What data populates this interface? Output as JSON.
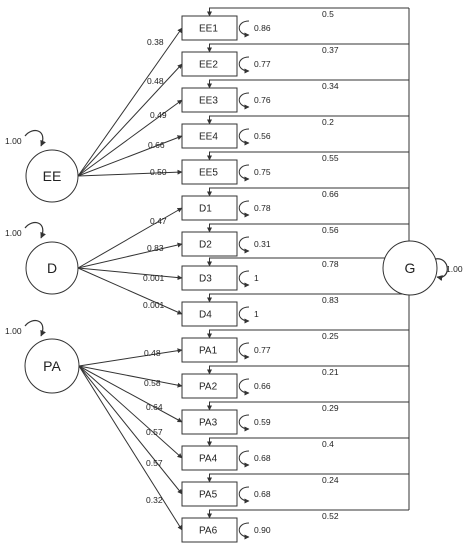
{
  "colors": {
    "stroke": "#333333",
    "text": "#222222",
    "background": "#ffffff"
  },
  "latents": {
    "ee": {
      "label": "EE",
      "variance": "1.00"
    },
    "d": {
      "label": "D",
      "variance": "1.00"
    },
    "pa": {
      "label": "PA",
      "variance": "1.00"
    },
    "g": {
      "label": "G",
      "variance": "1.00"
    }
  },
  "indicators": [
    {
      "label": "EE1",
      "factor": "ee",
      "loading": "0.38",
      "residual": "0.86",
      "general": "0.5"
    },
    {
      "label": "EE2",
      "factor": "ee",
      "loading": "0.48",
      "residual": "0.77",
      "general": "0.37"
    },
    {
      "label": "EE3",
      "factor": "ee",
      "loading": "0.49",
      "residual": "0.76",
      "general": "0.34"
    },
    {
      "label": "EE4",
      "factor": "ee",
      "loading": "0.66",
      "residual": "0.56",
      "general": "0.2"
    },
    {
      "label": "EE5",
      "factor": "ee",
      "loading": "0.50",
      "residual": "0.75",
      "general": "0.55"
    },
    {
      "label": "D1",
      "factor": "d",
      "loading": "0.47",
      "residual": "0.78",
      "general": "0.66"
    },
    {
      "label": "D2",
      "factor": "d",
      "loading": "0.83",
      "residual": "0.31",
      "general": "0.56"
    },
    {
      "label": "D3",
      "factor": "d",
      "loading": "0.001",
      "residual": "1",
      "general": "0.78"
    },
    {
      "label": "D4",
      "factor": "d",
      "loading": "0.001",
      "residual": "1",
      "general": "0.83"
    },
    {
      "label": "PA1",
      "factor": "pa",
      "loading": "0.48",
      "residual": "0.77",
      "general": "0.25"
    },
    {
      "label": "PA2",
      "factor": "pa",
      "loading": "0.58",
      "residual": "0.66",
      "general": "0.21"
    },
    {
      "label": "PA3",
      "factor": "pa",
      "loading": "0.64",
      "residual": "0.59",
      "general": "0.29"
    },
    {
      "label": "PA4",
      "factor": "pa",
      "loading": "0.57",
      "residual": "0.68",
      "general": "0.4"
    },
    {
      "label": "PA5",
      "factor": "pa",
      "loading": "0.57",
      "residual": "0.68",
      "general": "0.24"
    },
    {
      "label": "PA6",
      "factor": "pa",
      "loading": "0.32",
      "residual": "0.90",
      "general": "0.52"
    }
  ]
}
